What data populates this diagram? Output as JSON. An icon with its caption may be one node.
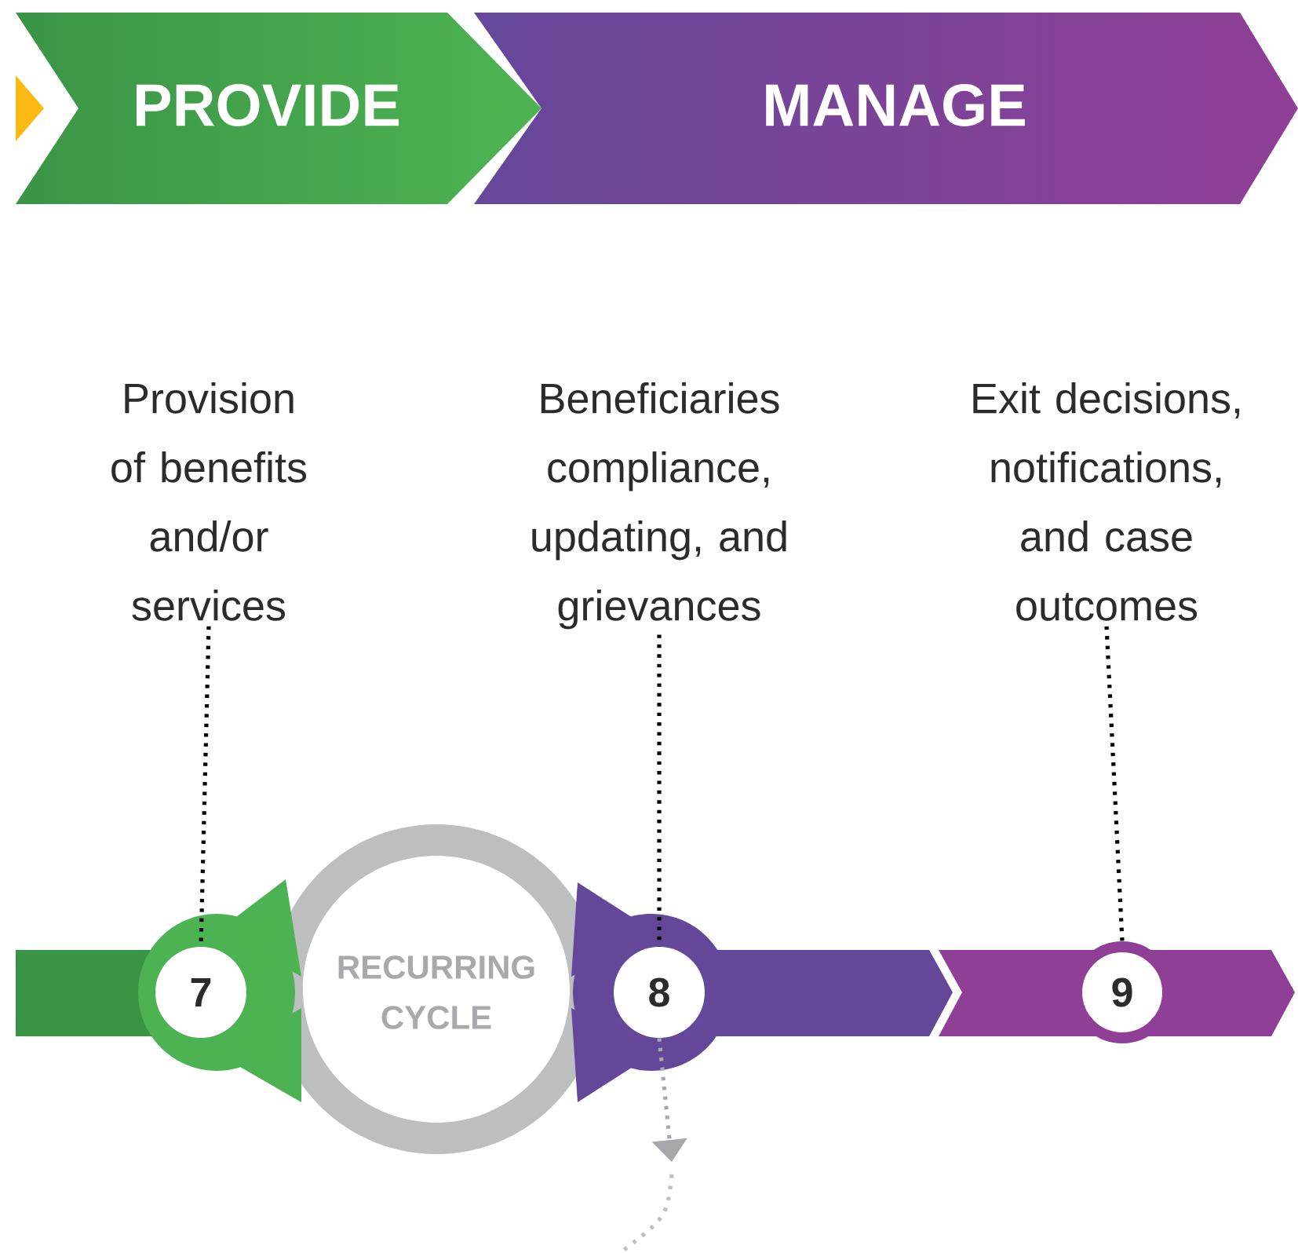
{
  "diagram": {
    "nodes": [
      {
        "text": [
          "PROVIDE"
        ]
      },
      {
        "text": [
          "MANAGE"
        ]
      },
      {
        "text": [
          "Provision of benefits and/or services"
        ]
      },
      {
        "text": [
          "Beneficiaries compliance, updating, and grievances"
        ]
      },
      {
        "text": [
          "Exit decisions, notifications, and case outcomes"
        ]
      },
      {
        "text": [
          "7"
        ]
      },
      {
        "text": [
          "8"
        ]
      },
      {
        "text": [
          "9"
        ]
      },
      {
        "text": [
          "RECURRING CYCLE"
        ]
      }
    ],
    "edges": [
      {
        "from": 2,
        "to": 5,
        "arrow": "none",
        "style": "dashed"
      },
      {
        "from": 3,
        "to": 6,
        "arrow": "none",
        "style": "dashed"
      },
      {
        "from": 4,
        "to": 7,
        "arrow": "none",
        "style": "dashed"
      },
      {
        "from": 6,
        "to": null,
        "arrow": "to",
        "style": "dashed",
        "color": "#a6a8ab"
      }
    ]
  }
}
